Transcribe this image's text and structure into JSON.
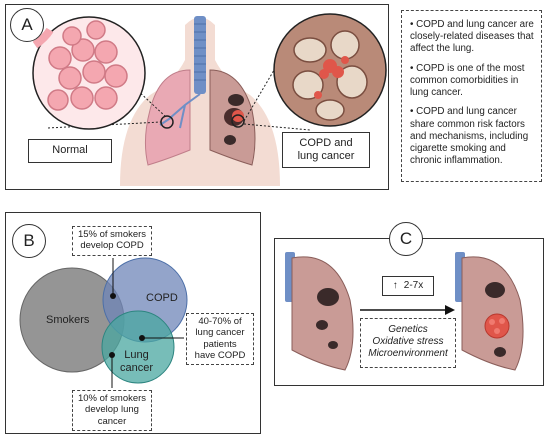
{
  "panels": {
    "a": {
      "label": "A",
      "normal_label": "Normal",
      "copd_label_line1": "COPD and",
      "copd_label_line2": "lung cancer",
      "bullets": [
        "• COPD and lung cancer are closely-related diseases that affect the lung.",
        "• COPD is one of the most common comorbidities in lung cancer.",
        "•  COPD and lung cancer share common risk factors and mechanisms, including cigarette smoking and chronic inflammation."
      ]
    },
    "b": {
      "label": "B",
      "venn": {
        "smokers": "Smokers",
        "copd": "COPD",
        "lung_cancer_line1": "Lung",
        "lung_cancer_line2": "cancer"
      },
      "callouts": {
        "top_line1": "15% of smokers",
        "top_line2": "develop COPD",
        "right_line1": "40-70% of",
        "right_line2": "lung cancer",
        "right_line3": "patients",
        "right_line4": "have COPD",
        "bottom_line1": "10% of smokers",
        "bottom_line2": "develop lung",
        "bottom_line3": "cancer"
      }
    },
    "c": {
      "label": "C",
      "risk": "2-7x",
      "arrow_symbol": "↑",
      "factors": [
        "Genetics",
        "Oxidative stress",
        "Microenvironment"
      ]
    }
  },
  "colors": {
    "smokers": "#8a8a8a",
    "copd": "#6f86b8",
    "lung_cancer": "#4aa7a0",
    "lung_normal": "#e9a9b4",
    "lung_tissue": "#c99b96",
    "tumor": "#e0564a",
    "trachea": "#6f8fc6"
  }
}
